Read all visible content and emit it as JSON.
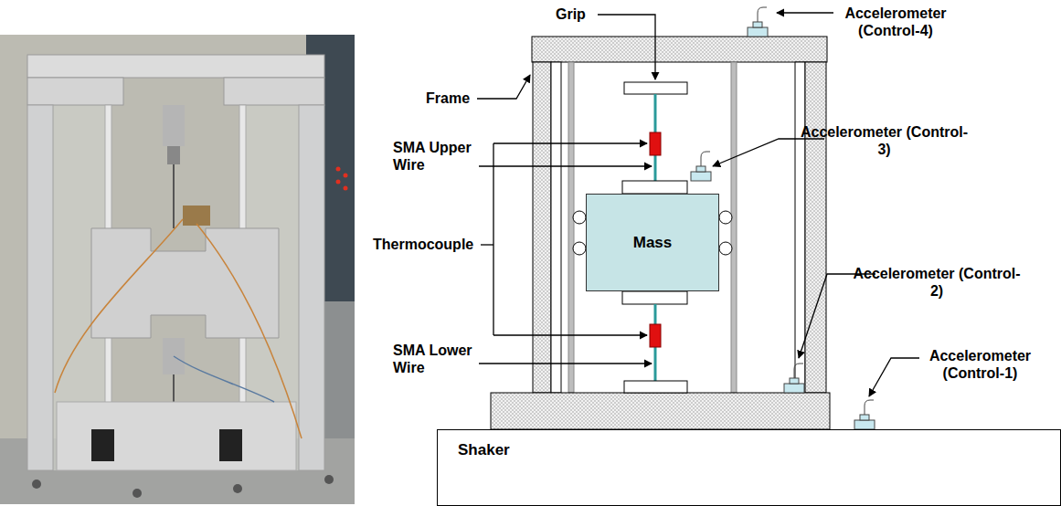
{
  "diagram": {
    "nodes": [
      {
        "text": [
          "Mass"
        ]
      },
      {
        "text": [
          "Shaker"
        ]
      }
    ],
    "labels": [
      "Grip",
      "Accelerometer (Control-4)",
      "Frame",
      "Accelerometer (Control-3)",
      "SMA Upper Wire",
      "Thermocouple",
      "Accelerometer (Control-2)",
      "Accelerometer (Control-1)",
      "SMA Lower Wire"
    ]
  }
}
